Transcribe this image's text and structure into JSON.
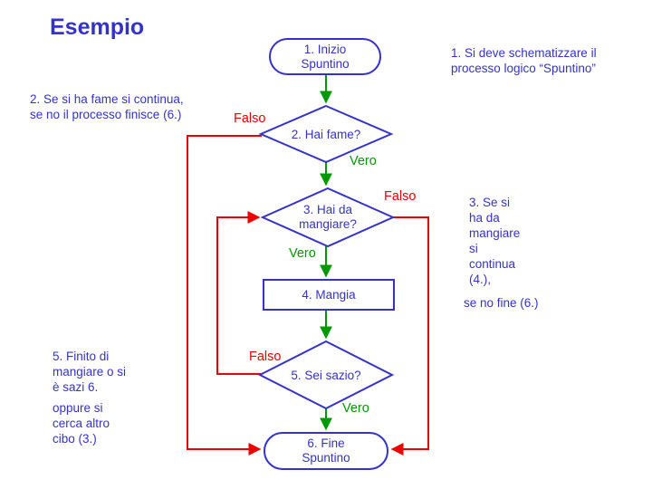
{
  "slide": {
    "title": "Esempio",
    "colors": {
      "blue": "#3333cc",
      "red": "#ee0000",
      "green": "#009900"
    },
    "nodes": {
      "start": {
        "line1": "1. Inizio",
        "line2": "Spuntino"
      },
      "hai_fame": {
        "label": "2. Hai fame?"
      },
      "hai_da_mangiare": {
        "line1": "3. Hai da",
        "line2": "mangiare?"
      },
      "mangia": {
        "label": "4. Mangia"
      },
      "sei_sazio": {
        "label": "5. Sei sazio?"
      },
      "fine": {
        "line1": "6. Fine",
        "line2": "Spuntino"
      }
    },
    "edge_labels": {
      "hai_fame_falso": "Falso",
      "hai_fame_vero": "Vero",
      "mangiare_falso": "Falso",
      "mangiare_vero": "Vero",
      "sazio_falso": "Falso",
      "sazio_vero": "Vero"
    },
    "annotations": {
      "schematizzare": {
        "line1": "1. Si deve schematizzare il",
        "line2": "processo logico “Spuntino”"
      },
      "fame": {
        "line1": "2. Se si ha fame si continua,",
        "line2": "se no il processo finisce (6.)"
      },
      "mangiare": {
        "lines": [
          "3. Se si",
          "ha da",
          "mangiare",
          "si",
          "continua",
          "(4.),"
        ],
        "footer": "se no fine (6.)"
      },
      "sazio": {
        "lines": [
          "5. Finito di",
          "mangiare o si",
          "è sazi 6."
        ],
        "lines2": [
          "oppure si",
          "cerca altro",
          "cibo (3.)"
        ]
      }
    }
  }
}
